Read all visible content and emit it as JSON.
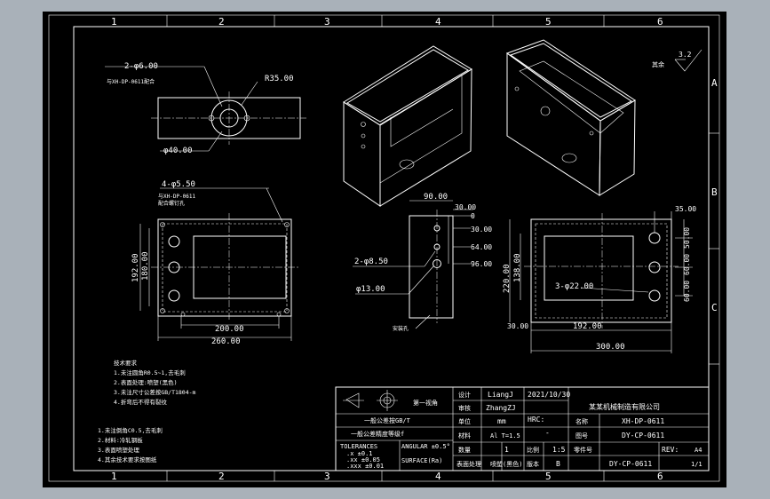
{
  "border": {
    "columns": [
      "1",
      "2",
      "3",
      "4",
      "5",
      "6"
    ],
    "rows": [
      "A",
      "B",
      "C"
    ]
  },
  "top_view": {
    "hole_callout": "2-φ6.00",
    "hole_note": "与XH-DP-0611配合",
    "radius": "R35.00",
    "dia": "φ40.00"
  },
  "front_view": {
    "hole_callout": "4-φ5.50",
    "note1": "与XH-DP-0611",
    "note2": "配合螺钉孔",
    "dim_192": "192.00",
    "dim_180": "180.00",
    "dim_200": "200.00",
    "dim_260": "260.00"
  },
  "side_view": {
    "dim_90": "90.00",
    "dim_30t": "30.00",
    "dim_0": "0",
    "dim_30": "30.00",
    "dim_64": "64.00",
    "dim_96": "96.00",
    "hole1": "2-φ8.50",
    "hole2": "φ13.00",
    "note": "安装孔"
  },
  "rear_view": {
    "dim_35": "35.00",
    "dim_220": "220.00",
    "dim_138": "138.00",
    "dim_50": "50.00",
    "dim_60a": "60.00",
    "dim_60b": "60.00",
    "hole": "3-φ22.00",
    "dim_30": "30.00",
    "dim_192": "192.00",
    "dim_300": "300.00"
  },
  "roughness": "3.2",
  "roughness_note": "其余",
  "tech_notes": {
    "title": "技术要求",
    "lines": [
      "1.未注圆角R0.5~1,去毛刺",
      "2.表面处理:喷塑(黑色)",
      "3.未注尺寸公差按GB/T1804-m",
      "4.折弯后不得有裂纹"
    ]
  },
  "notes2": [
    "1.未注倒角C0.5,去毛刺",
    "2.材料:冷轧钢板",
    "3.表面喷塑处理",
    "4.其余技术要求按图纸"
  ],
  "title_block": {
    "projection": "第一视角",
    "general_tol_title": "一般公差按GB/T",
    "tol_row2": "一般公差精度等级f",
    "tolerances": "TOLERANCES",
    "tol_x": ".x  ±0.1",
    "tol_xx": ".xx ±0.05",
    "tol_xxx": ".xxx ±0.01",
    "angular": "ANGULAR ±0.5°",
    "surface": "SURFACE(Ra)",
    "r1_label": "设计",
    "r1_name": "LiangJ",
    "r1_date": "2021/10/30",
    "r2_label": "审核",
    "r2_name": "ZhangZJ",
    "r3_label": "单位",
    "r3_val": "mm",
    "hrc": "HRC:",
    "hrc_val": "-",
    "r4_label": "材料",
    "r4_val": "Al T=1.5",
    "qty_label": "数量",
    "qty_val": "1",
    "scale_label": "比例",
    "scale_val": "1:5",
    "ver_label": "版本",
    "ver_val": "B",
    "surf_label": "表面处理",
    "surf_val": "喷塑(黑色)",
    "company": "某某机械制造有限公司",
    "name_label": "名称",
    "name_val": "XH-DP-0611",
    "code_label": "图号",
    "code_val": "DY-CP-0611",
    "rev_label": "REV:",
    "size": "A4",
    "part_label": "零件号",
    "part_val": "DY-CP-0611",
    "page": "1/1"
  }
}
